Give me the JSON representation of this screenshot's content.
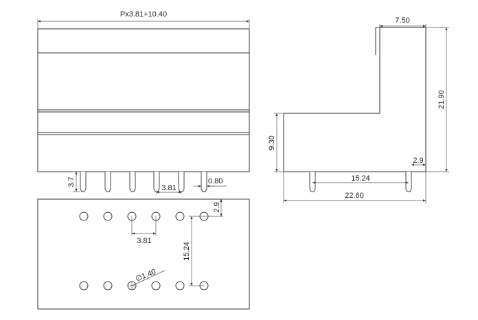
{
  "front_view": {
    "width_label": "Px3.81+10.40",
    "pin_length_label": "3.7",
    "pitch_label": "3.81",
    "pin_width_label": "0.80"
  },
  "bottom_view": {
    "edge_offset_label": "2.9",
    "pitch_label": "3.81",
    "row_spacing_label": "15.24",
    "hole_diameter_label": "∅1.40"
  },
  "side_view": {
    "top_width_label": "7.50",
    "total_height_label": "21.90",
    "body_height_label": "9.30",
    "edge_offset_label": "2.9",
    "pin_spacing_label": "15.24",
    "total_width_label": "22.60"
  },
  "colors": {
    "line": "#333333",
    "background": "#ffffff"
  }
}
